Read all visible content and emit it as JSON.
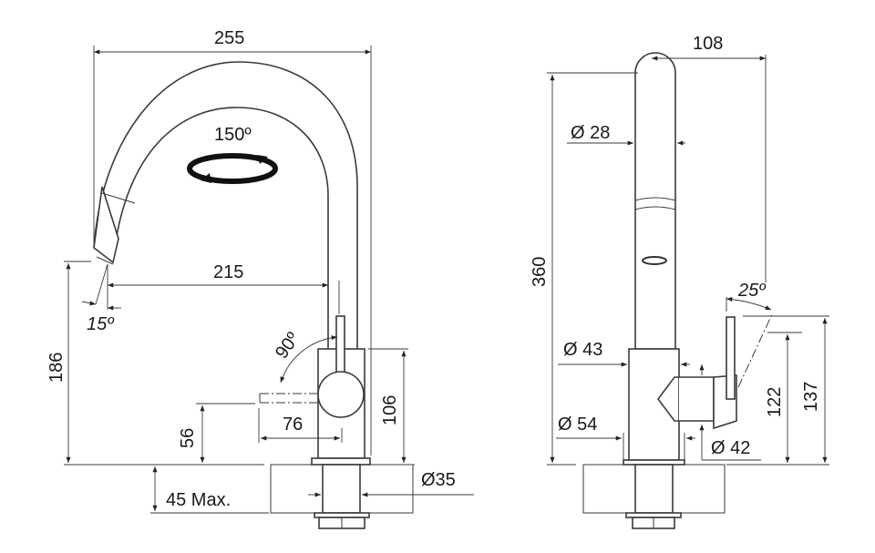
{
  "side_view": {
    "width_total": "255",
    "rotation": "150º",
    "reach": "215",
    "spray_angle": "15º",
    "height_outlet": "186",
    "lever_rotation": "90º",
    "lever_length": "76",
    "lever_height": "56",
    "body_height": "106",
    "counter_thickness": "45 Max.",
    "hole_diameter": "Ø35"
  },
  "front_view": {
    "depth": "108",
    "height_total": "360",
    "spout_diameter": "Ø 28",
    "body_diameter": "Ø 43",
    "base_diameter": "Ø 54",
    "lever_hub_diameter": "Ø 42",
    "lever_angle": "25º",
    "hub_height": "122",
    "lever_top_height": "137"
  }
}
